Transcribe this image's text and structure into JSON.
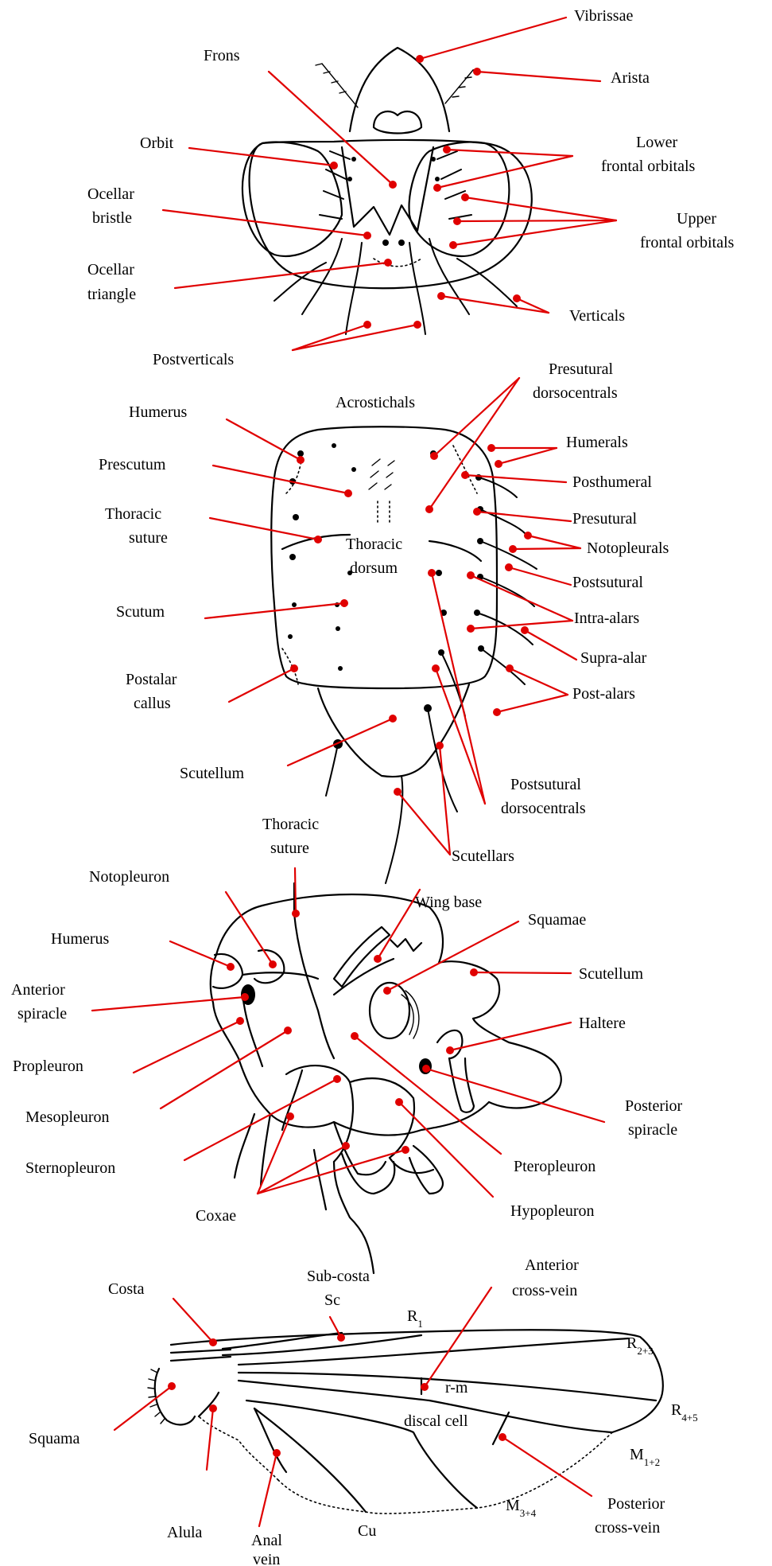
{
  "head": {
    "labels": {
      "vibrissae": "Vibrissae",
      "arista": "Arista",
      "frons": "Frons",
      "orbit": "Orbit",
      "lower_frontal_orbitals_1": "Lower",
      "lower_frontal_orbitals_2": "frontal orbitals",
      "upper_frontal_orbitals_1": "Upper",
      "upper_frontal_orbitals_2": "frontal orbitals",
      "ocellar_bristle_1": "Ocellar",
      "ocellar_bristle_2": "bristle",
      "ocellar_triangle_1": "Ocellar",
      "ocellar_triangle_2": "triangle",
      "verticals": "Verticals",
      "postverticals": "Postverticals"
    }
  },
  "thorax_dorsal": {
    "labels": {
      "acrostichals": "Acrostichals",
      "presutural_dorsocentrals_1": "Presutural",
      "presutural_dorsocentrals_2": "dorsocentrals",
      "humerus": "Humerus",
      "humerals": "Humerals",
      "prescutum": "Prescutum",
      "posthumeral": "Posthumeral",
      "thoracic_suture_1": "Thoracic",
      "thoracic_suture_2": "suture",
      "presutural": "Presutural",
      "thoracic_dorsum_1": "Thoracic",
      "thoracic_dorsum_2": "dorsum",
      "notopleurals": "Notopleurals",
      "postsutural": "Postsutural",
      "scutum": "Scutum",
      "intra_alars": "Intra-alars",
      "supra_alar": "Supra-alar",
      "postalar_callus_1": "Postalar",
      "postalar_callus_2": "callus",
      "post_alars": "Post-alars",
      "scutellum": "Scutellum",
      "postsutural_dorsocentrals_1": "Postsutural",
      "postsutural_dorsocentrals_2": "dorsocentrals",
      "scutellars": "Scutellars"
    }
  },
  "thorax_lateral": {
    "labels": {
      "thoracic_suture_1": "Thoracic",
      "thoracic_suture_2": "suture",
      "notopleuron": "Notopleuron",
      "wing_base": "Wing base",
      "squamae": "Squamae",
      "humerus": "Humerus",
      "scutellum": "Scutellum",
      "anterior_spiracle_1": "Anterior",
      "anterior_spiracle_2": "spiracle",
      "haltere": "Haltere",
      "propleuron": "Propleuron",
      "posterior_spiracle_1": "Posterior",
      "posterior_spiracle_2": "spiracle",
      "mesopleuron": "Mesopleuron",
      "pteropleuron": "Pteropleuron",
      "sternopleuron": "Sternopleuron",
      "coxae": "Coxae",
      "hypopleuron": "Hypopleuron"
    }
  },
  "wing": {
    "labels": {
      "sub_costa_1": "Sub-costa",
      "sub_costa_2": "Sc",
      "anterior_cross_vein_1": "Anterior",
      "anterior_cross_vein_2": "cross-vein",
      "costa": "Costa",
      "r1_main": "R",
      "r1_sub": "1",
      "r23_main": "R",
      "r23_sub": "2+3",
      "rm": "r-m",
      "r45_main": "R",
      "r45_sub": "4+5",
      "squama": "Squama",
      "discal_cell": "discal cell",
      "m12_main": "M",
      "m12_sub": "1+2",
      "posterior_cross_vein_1": "Posterior",
      "posterior_cross_vein_2": "cross-vein",
      "m34_main": "M",
      "m34_sub": "3+4",
      "alula": "Alula",
      "cu": "Cu",
      "anal_vein_1": "Anal",
      "anal_vein_2": "vein"
    }
  },
  "colors": {
    "leader": "#e00000",
    "ink": "#000000",
    "background": "#ffffff"
  }
}
